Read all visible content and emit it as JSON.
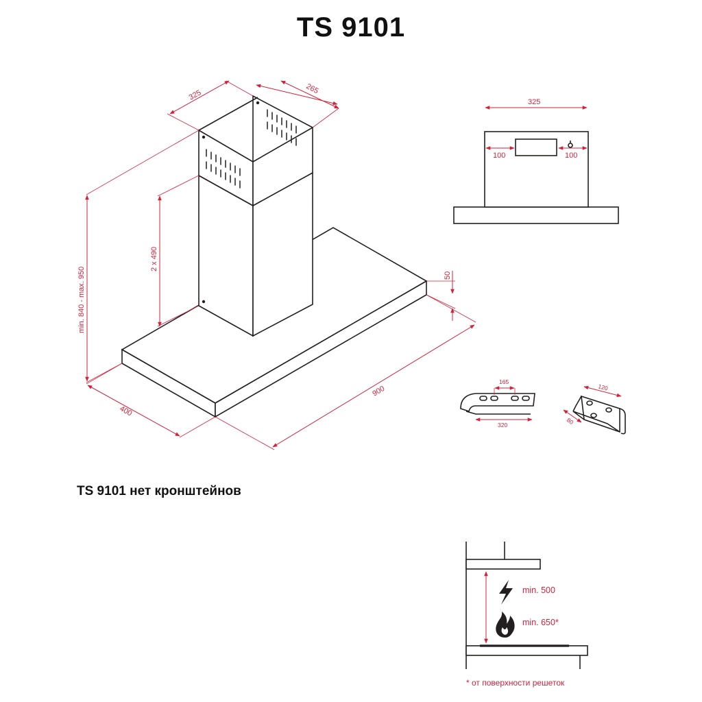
{
  "title": "TS 9101",
  "note": "TS 9101 нет кронштейнов",
  "dimensions": {
    "chimney_width": "325",
    "chimney_depth": "265",
    "chimney_height": "2 x 490",
    "total_height": "min. 840 - max. 950",
    "canopy_thickness": "50",
    "canopy_width": "900",
    "canopy_depth": "400",
    "top_view_width": "325",
    "top_view_left_offset": "100",
    "top_view_right_offset": "100",
    "bracket_holes": "165",
    "bracket_length": "320",
    "bracket_side_width": "120",
    "bracket_side_depth": "80"
  },
  "clearance": {
    "electric": "min. 500",
    "gas": "min. 650*",
    "footnote": "* от поверхности решеток"
  },
  "icons": [
    "lightning-icon",
    "flame-icon"
  ],
  "colors": {
    "dimension_line": "#d3213a",
    "outline": "#231f20"
  }
}
